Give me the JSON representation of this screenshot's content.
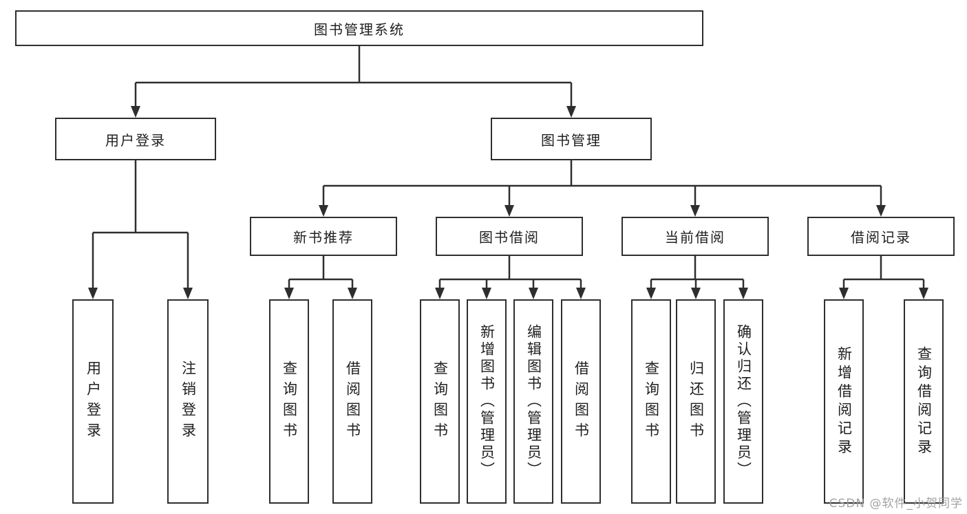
{
  "tree": {
    "label": "图书管理系统",
    "children": [
      {
        "label": "用户登录",
        "children": [
          {
            "label": "用户登录"
          },
          {
            "label": "注销登录"
          }
        ]
      },
      {
        "label": "图书管理",
        "children": [
          {
            "label": "新书推荐",
            "children": [
              {
                "label": "查询图书"
              },
              {
                "label": "借阅图书"
              }
            ]
          },
          {
            "label": "图书借阅",
            "children": [
              {
                "label": "查询图书"
              },
              {
                "label": "新增图书（管理员）"
              },
              {
                "label": "编辑图书（管理员）"
              },
              {
                "label": "借阅图书"
              }
            ]
          },
          {
            "label": "当前借阅",
            "children": [
              {
                "label": "查询图书"
              },
              {
                "label": "归还图书"
              },
              {
                "label": "确认归还（管理员）"
              }
            ]
          },
          {
            "label": "借阅记录",
            "children": [
              {
                "label": "新增借阅记录"
              },
              {
                "label": "查询借阅记录"
              }
            ]
          }
        ]
      }
    ]
  },
  "watermark": {
    "text": "CSDN @软件_小贺同学"
  },
  "colors": {
    "line": "#2e2e2e",
    "box_border": "#2e2e2e",
    "text": "#1f1f1f",
    "watermark": "#9e9e9e",
    "background": "#ffffff"
  }
}
